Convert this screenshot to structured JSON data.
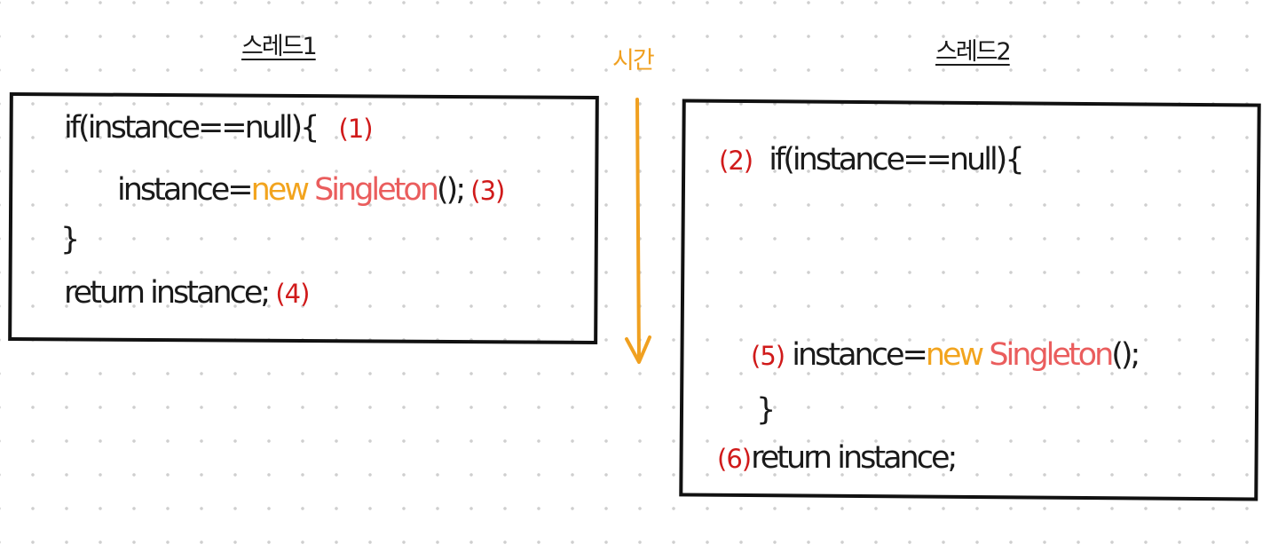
{
  "thread1": {
    "title": "스레드1",
    "line1": {
      "code": "if(instance==null){",
      "step": "(1)"
    },
    "line2": {
      "prefix": "instance=",
      "new_kw": "new",
      "class_name": "Singleton",
      "suffix": "();",
      "step": "(3)"
    },
    "line3": {
      "code": "}"
    },
    "line4": {
      "code": "return instance;",
      "step": "(4)"
    }
  },
  "time": {
    "label": "시간"
  },
  "thread2": {
    "title": "스레드2",
    "line1": {
      "step": "(2)",
      "code": "if(instance==null){"
    },
    "line2": {
      "step": "(5)",
      "prefix": "instance=",
      "new_kw": "new",
      "class_name": "Singleton",
      "suffix": "();"
    },
    "line3": {
      "code": "}"
    },
    "line4": {
      "step": "(6)",
      "code": "return instance;"
    }
  },
  "colors": {
    "step": "#d01a1a",
    "new_keyword": "#f2a41e",
    "class_name": "#ea5d5d",
    "time_arrow": "#f0a020",
    "ink": "#1a1a1a"
  }
}
